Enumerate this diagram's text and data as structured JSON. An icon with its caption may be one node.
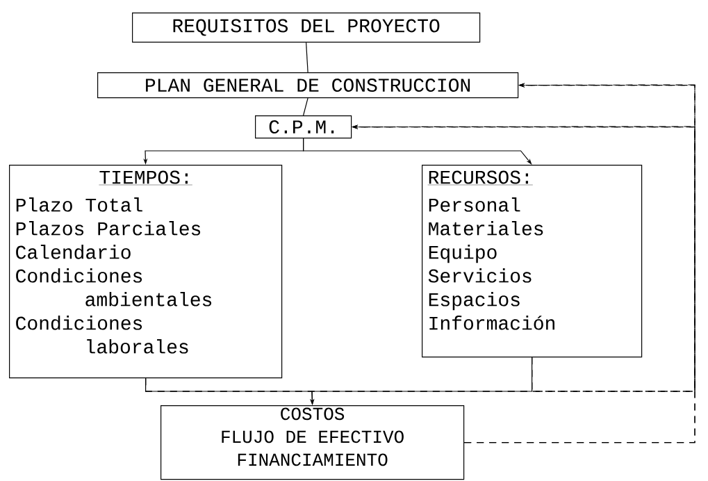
{
  "diagram": {
    "nodes": [
      {
        "text": [
          "REQUISITOS DEL PROYECTO"
        ]
      },
      {
        "text": [
          "PLAN GENERAL DE CONSTRUCCION"
        ]
      },
      {
        "text": [
          "C.P.M."
        ]
      },
      {
        "text": [
          "TIEMPOS:",
          "Plazo Total",
          "Plazos Parciales",
          "Calendario",
          "Condiciones ambientales",
          "Condiciones laborales"
        ]
      },
      {
        "text": [
          "RECURSOS:",
          "Personal",
          "Materiales",
          "Equipo",
          "Servicios",
          "Espacios",
          "Información"
        ]
      },
      {
        "text": [
          "COSTOS",
          "FLUJO DE EFECTIVO",
          "FINANCIAMIENTO"
        ]
      }
    ],
    "edges": [
      {
        "from": 0,
        "to": 1,
        "arrow": "none"
      },
      {
        "from": 1,
        "to": 2,
        "arrow": "none"
      },
      {
        "from": 2,
        "to": 3,
        "arrow": "to"
      },
      {
        "from": 2,
        "to": 4,
        "arrow": "to"
      },
      {
        "from": 3,
        "to": 1,
        "arrow": "to",
        "style": "dashed"
      },
      {
        "from": 3,
        "to": 2,
        "arrow": "to",
        "style": "dashed"
      },
      {
        "from": 4,
        "to": 1,
        "arrow": "to",
        "style": "dashed"
      },
      {
        "from": 4,
        "to": 2,
        "arrow": "to",
        "style": "dashed"
      },
      {
        "from": 5,
        "to": 1,
        "arrow": "to",
        "style": "dashed"
      },
      {
        "from": 5,
        "to": 2,
        "arrow": "to",
        "style": "dashed"
      },
      {
        "from": 3,
        "to": 5,
        "arrow": "to"
      },
      {
        "from": 4,
        "to": 5,
        "arrow": "to"
      }
    ]
  }
}
